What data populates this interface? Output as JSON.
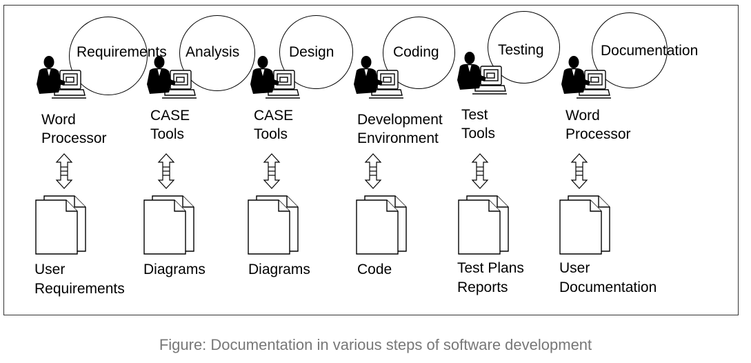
{
  "stages": [
    {
      "phase": "Requirements",
      "tool": "Word\nProcessor",
      "document": "User\nRequirements"
    },
    {
      "phase": "Analysis",
      "tool": "CASE\nTools",
      "document": "Diagrams"
    },
    {
      "phase": "Design",
      "tool": "CASE\nTools",
      "document": "Diagrams"
    },
    {
      "phase": "Coding",
      "tool": "Development\nEnvironment",
      "document": "Code"
    },
    {
      "phase": "Testing",
      "tool": "Test\nTools",
      "document": "Test Plans\nReports"
    },
    {
      "phase": "Documentation",
      "tool": "Word\nProcessor",
      "document": "User\nDocumentation"
    }
  ],
  "caption": "Figure: Documentation in various steps of software development",
  "icons": {
    "worker": "person-at-computer-icon",
    "arrow": "bidirectional-arrow-icon",
    "document": "document-stack-icon"
  }
}
